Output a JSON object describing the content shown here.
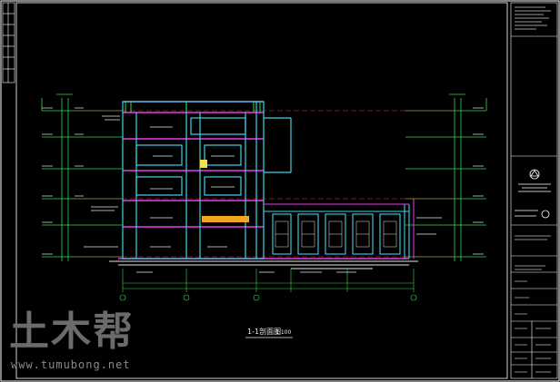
{
  "drawing": {
    "section_title": "1-1剖面图",
    "section_scale": "1:100"
  },
  "watermark": {
    "logo_text": "土木帮",
    "url": "www.tumubong.net"
  },
  "colors": {
    "background": "#000000",
    "frame": "#ffffff",
    "axis_green": "#39d84a",
    "wall_cyan": "#3fd1e8",
    "slab_magenta": "#e83ce8",
    "dim_red": "#e83a3a",
    "text_white": "#e8e8e8",
    "text_yellow": "#f2e14a",
    "label_highlight": "#f2a51e"
  }
}
